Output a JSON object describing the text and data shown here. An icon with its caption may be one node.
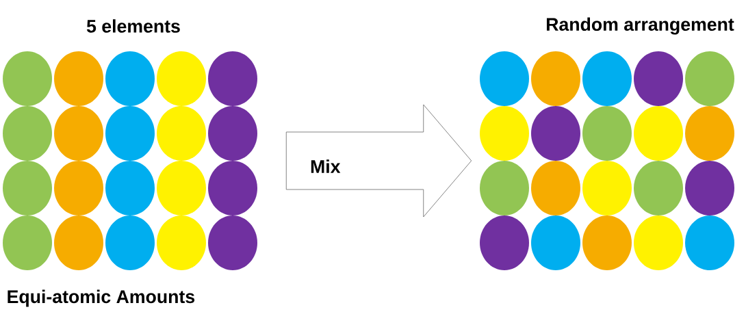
{
  "diagram": {
    "nodes": [
      {
        "text": [
          "5 elements",
          "Equi-atomic Amounts"
        ]
      },
      {
        "text": [
          "Random arrangement"
        ]
      }
    ],
    "edges": [
      {
        "from": 0,
        "to": 1,
        "arrow": "to",
        "label": "Mix"
      }
    ]
  }
}
